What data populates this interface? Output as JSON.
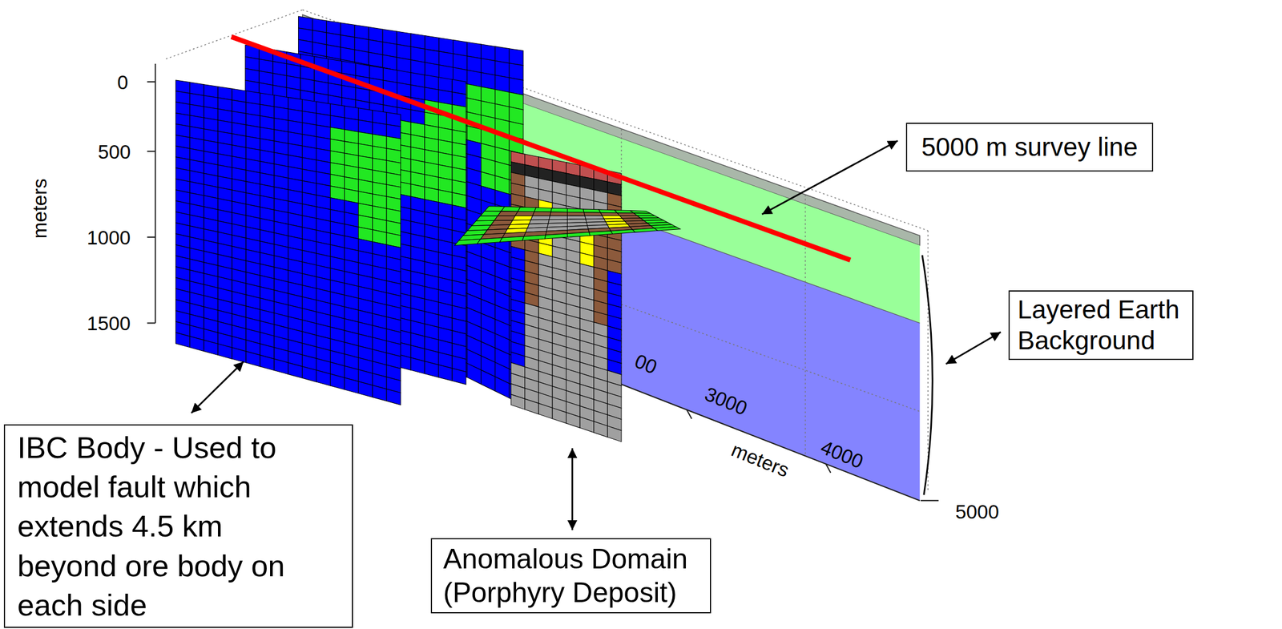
{
  "diagram": {
    "nodes": [
      {
        "text": [
          "5000 m survey line"
        ]
      },
      {
        "text": [
          "Layered Earth Background"
        ]
      },
      {
        "text": [
          "IBC Body - Used to model fault which extends 4.5 km beyond ore body on each side"
        ]
      },
      {
        "text": [
          "Anomalous Domain (Porphyry Deposit)"
        ]
      }
    ],
    "labels": [
      "0",
      "500",
      "1000",
      "1500",
      "meters",
      "00",
      "3000",
      "meters",
      "4000",
      "5000"
    ]
  }
}
